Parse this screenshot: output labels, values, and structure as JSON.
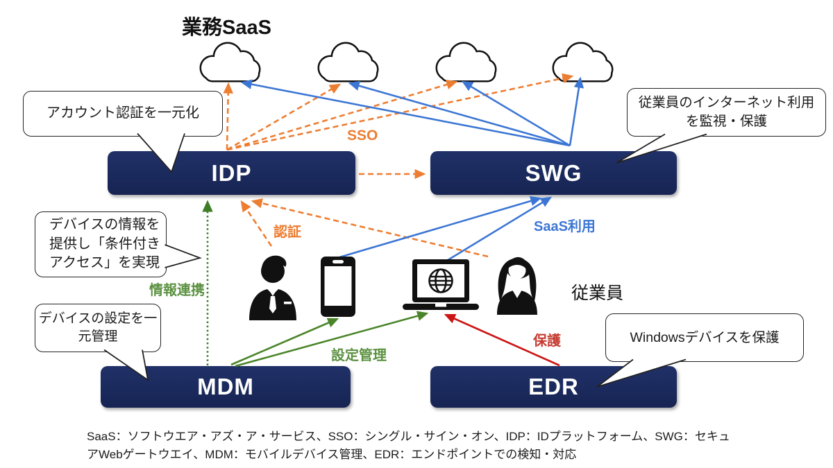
{
  "title": "業務SaaS",
  "boxes": {
    "idp": "IDP",
    "swg": "SWG",
    "mdm": "MDM",
    "edr": "EDR"
  },
  "callouts": {
    "account": {
      "lines": [
        "アカウント認証を一元化"
      ]
    },
    "internet": {
      "lines": [
        "従業員のインターネット利用",
        "を監視・保護"
      ]
    },
    "device_info": {
      "lines": [
        "デバイスの情報を",
        "提供し「条件付き",
        "アクセス」を実現"
      ]
    },
    "device_config": {
      "lines": [
        "デバイスの設定を一",
        "元管理"
      ]
    },
    "windows": {
      "lines": [
        "Windowsデバイスを保護"
      ]
    }
  },
  "arrow_labels": {
    "sso": "SSO",
    "auth": "認証",
    "saas_use": "SaaS利用",
    "info_link": "情報連携",
    "config_mgmt": "設定管理",
    "protect": "保護"
  },
  "employee_label": "従業員",
  "caption": {
    "line1": "SaaS：ソフトウエア・アズ・ア・サービス、SSO：シングル・サイン・オン、IDP：IDプラットフォーム、SWG：セキュ",
    "line2": "アWebゲートウエイ、MDM：モバイルデバイス管理、EDR：エンドポイントでの検知・対応"
  },
  "icons": {
    "clouds": [
      "cloud-icon",
      "cloud-icon",
      "cloud-icon",
      "cloud-icon"
    ],
    "devices": [
      "person-male-icon",
      "smartphone-icon",
      "laptop-icon",
      "globe-icon",
      "person-female-icon"
    ]
  },
  "colors": {
    "navy": "#1B2A5E",
    "orange": "#ED7D31",
    "blue": "#3C76D4",
    "green": "#4A8529",
    "green_dotted": "#3E7D26",
    "red": "#CC1414"
  }
}
